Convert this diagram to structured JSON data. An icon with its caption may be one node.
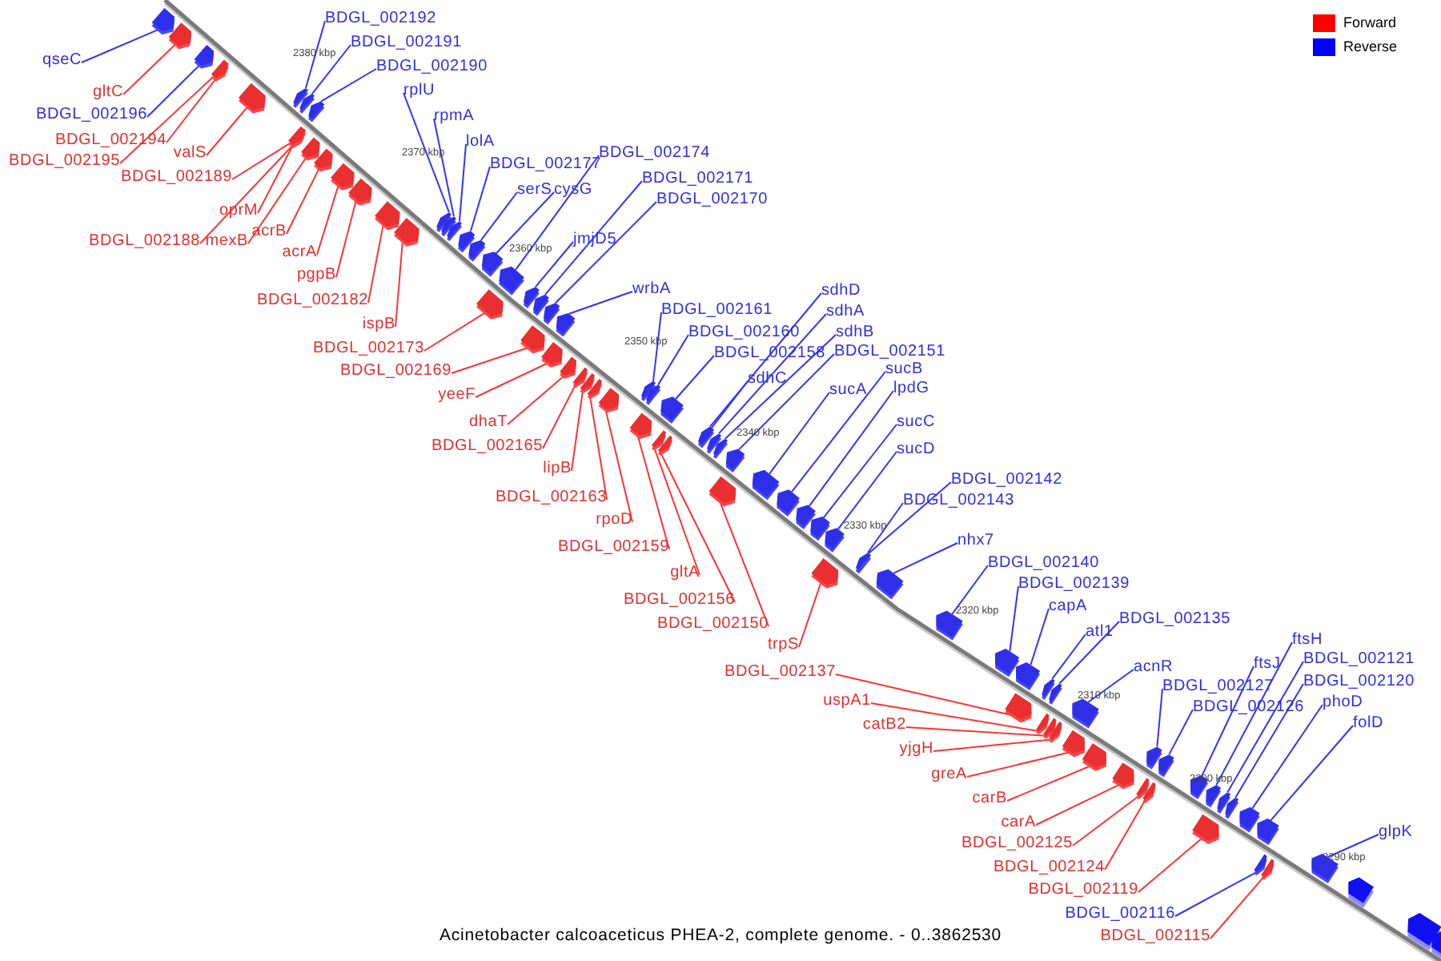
{
  "diagram": {
    "caption": "Acinetobacter calcoaceticus PHEA-2, complete genome. - 0..3862530",
    "nodes": [
      {
        "text": [
          "qseC"
        ]
      },
      {
        "text": [
          "gltC"
        ]
      },
      {
        "text": [
          "BDGL_002196"
        ]
      },
      {
        "text": [
          "BDGL_002194"
        ]
      },
      {
        "text": [
          "BDGL_002195"
        ]
      },
      {
        "text": [
          "valS"
        ]
      },
      {
        "text": [
          "BDGL_002189"
        ]
      },
      {
        "text": [
          "oprM"
        ]
      },
      {
        "text": [
          "BDGL_002188"
        ]
      },
      {
        "text": [
          "mexB"
        ]
      },
      {
        "text": [
          "acrB"
        ]
      },
      {
        "text": [
          "acrA"
        ]
      },
      {
        "text": [
          "pgpB"
        ]
      },
      {
        "text": [
          "BDGL_002182"
        ]
      },
      {
        "text": [
          "ispB"
        ]
      },
      {
        "text": [
          "BDGL_002173"
        ]
      },
      {
        "text": [
          "BDGL_002169"
        ]
      },
      {
        "text": [
          "yeeF"
        ]
      },
      {
        "text": [
          "dhaT"
        ]
      },
      {
        "text": [
          "BDGL_002165"
        ]
      },
      {
        "text": [
          "lipB"
        ]
      },
      {
        "text": [
          "BDGL_002163"
        ]
      },
      {
        "text": [
          "rpoD"
        ]
      },
      {
        "text": [
          "BDGL_002159"
        ]
      },
      {
        "text": [
          "gltA"
        ]
      },
      {
        "text": [
          "BDGL_002156"
        ]
      },
      {
        "text": [
          "BDGL_002150"
        ]
      },
      {
        "text": [
          "trpS"
        ]
      },
      {
        "text": [
          "BDGL_002137"
        ]
      },
      {
        "text": [
          "uspA1"
        ]
      },
      {
        "text": [
          "catB2"
        ]
      },
      {
        "text": [
          "yjgH"
        ]
      },
      {
        "text": [
          "greA"
        ]
      },
      {
        "text": [
          "carB"
        ]
      },
      {
        "text": [
          "carA"
        ]
      },
      {
        "text": [
          "BDGL_002125"
        ]
      },
      {
        "text": [
          "BDGL_002124"
        ]
      },
      {
        "text": [
          "BDGL_002119"
        ]
      },
      {
        "text": [
          "BDGL_002116"
        ]
      },
      {
        "text": [
          "BDGL_002115"
        ]
      },
      {
        "text": [
          "BDGL_002192"
        ]
      },
      {
        "text": [
          "BDGL_002191"
        ]
      },
      {
        "text": [
          "BDGL_002190"
        ]
      },
      {
        "text": [
          "rplU"
        ]
      },
      {
        "text": [
          "rpmA"
        ]
      },
      {
        "text": [
          "lolA"
        ]
      },
      {
        "text": [
          "BDGL_002177"
        ]
      },
      {
        "text": [
          "serS"
        ]
      },
      {
        "text": [
          "cysG"
        ]
      },
      {
        "text": [
          "BDGL_002174"
        ]
      },
      {
        "text": [
          "BDGL_002171"
        ]
      },
      {
        "text": [
          "BDGL_002170"
        ]
      },
      {
        "text": [
          "jmjD5"
        ]
      },
      {
        "text": [
          "wrbA"
        ]
      },
      {
        "text": [
          "BDGL_002161"
        ]
      },
      {
        "text": [
          "BDGL_002160"
        ]
      },
      {
        "text": [
          "BDGL_002158"
        ]
      },
      {
        "text": [
          "sdhD"
        ]
      },
      {
        "text": [
          "sdhA"
        ]
      },
      {
        "text": [
          "sdhB"
        ]
      },
      {
        "text": [
          "BDGL_002151"
        ]
      },
      {
        "text": [
          "sdhC"
        ]
      },
      {
        "text": [
          "sucB"
        ]
      },
      {
        "text": [
          "sucA"
        ]
      },
      {
        "text": [
          "lpdG"
        ]
      },
      {
        "text": [
          "sucC"
        ]
      },
      {
        "text": [
          "sucD"
        ]
      },
      {
        "text": [
          "BDGL_002142"
        ]
      },
      {
        "text": [
          "BDGL_002143"
        ]
      },
      {
        "text": [
          "nhx7"
        ]
      },
      {
        "text": [
          "BDGL_002140"
        ]
      },
      {
        "text": [
          "BDGL_002139"
        ]
      },
      {
        "text": [
          "capA"
        ]
      },
      {
        "text": [
          "atl1"
        ]
      },
      {
        "text": [
          "BDGL_002135"
        ]
      },
      {
        "text": [
          "acnR"
        ]
      },
      {
        "text": [
          "BDGL_002127"
        ]
      },
      {
        "text": [
          "BDGL_002126"
        ]
      },
      {
        "text": [
          "ftsJ"
        ]
      },
      {
        "text": [
          "ftsH"
        ]
      },
      {
        "text": [
          "BDGL_002121"
        ]
      },
      {
        "text": [
          "BDGL_002120"
        ]
      },
      {
        "text": [
          "phoD"
        ]
      },
      {
        "text": [
          "folD"
        ]
      },
      {
        "text": [
          "glpK"
        ]
      },
      {
        "text": [],
        "shape": "arrow"
      },
      {
        "text": [],
        "shape": "arrow"
      },
      {
        "text": [],
        "shape": "arrow"
      },
      {
        "text": [],
        "shape": "arrow"
      },
      {
        "text": [],
        "shape": "arrow"
      },
      {
        "text": [],
        "shape": "arrow"
      },
      {
        "text": [],
        "shape": "arrow"
      },
      {
        "text": [],
        "shape": "arrow"
      },
      {
        "text": [],
        "shape": "arrow"
      },
      {
        "text": [],
        "shape": "arrow"
      },
      {
        "text": [],
        "shape": "arrow"
      },
      {
        "text": [],
        "shape": "arrow"
      },
      {
        "text": [],
        "shape": "arrow"
      },
      {
        "text": [],
        "shape": "arrow"
      },
      {
        "text": [],
        "shape": "arrow"
      },
      {
        "text": [],
        "shape": "arrow"
      },
      {
        "text": [],
        "shape": "arrow"
      },
      {
        "text": [],
        "shape": "arrow"
      },
      {
        "text": [],
        "shape": "arrow"
      },
      {
        "text": [],
        "shape": "arrow"
      },
      {
        "text": [],
        "shape": "arrow"
      },
      {
        "text": [],
        "shape": "arrow"
      },
      {
        "text": [],
        "shape": "arrow"
      },
      {
        "text": [],
        "shape": "arrow"
      },
      {
        "text": [],
        "shape": "arrow"
      },
      {
        "text": [],
        "shape": "arrow"
      },
      {
        "text": [],
        "shape": "arrow"
      },
      {
        "text": [],
        "shape": "arrow"
      },
      {
        "text": [],
        "shape": "arrow"
      },
      {
        "text": [],
        "shape": "arrow"
      },
      {
        "text": [],
        "shape": "arrow"
      },
      {
        "text": [],
        "shape": "arrow"
      },
      {
        "text": [],
        "shape": "arrow"
      },
      {
        "text": [],
        "shape": "arrow"
      },
      {
        "text": [],
        "shape": "arrow"
      },
      {
        "text": [],
        "shape": "arrow"
      },
      {
        "text": [],
        "shape": "arrow"
      },
      {
        "text": [],
        "shape": "arrow"
      },
      {
        "text": [],
        "shape": "arrow"
      },
      {
        "text": [],
        "shape": "arrow"
      },
      {
        "text": [],
        "shape": "arrow"
      },
      {
        "text": [],
        "shape": "arrow"
      },
      {
        "text": [],
        "shape": "arrow"
      },
      {
        "text": [],
        "shape": "arrow"
      },
      {
        "text": [],
        "shape": "arrow"
      },
      {
        "text": [],
        "shape": "arrow"
      },
      {
        "text": [],
        "shape": "arrow"
      },
      {
        "text": [],
        "shape": "arrow"
      },
      {
        "text": [],
        "shape": "arrow"
      },
      {
        "text": [],
        "shape": "arrow"
      },
      {
        "text": [],
        "shape": "arrow"
      },
      {
        "text": [],
        "shape": "arrow"
      },
      {
        "text": [],
        "shape": "arrow"
      },
      {
        "text": [],
        "shape": "arrow"
      },
      {
        "text": [],
        "shape": "arrow"
      },
      {
        "text": [],
        "shape": "arrow"
      },
      {
        "text": [],
        "shape": "arrow"
      },
      {
        "text": [],
        "shape": "arrow"
      },
      {
        "text": [],
        "shape": "arrow"
      },
      {
        "text": [],
        "shape": "arrow"
      },
      {
        "text": [],
        "shape": "arrow"
      },
      {
        "text": [],
        "shape": "arrow"
      },
      {
        "text": [],
        "shape": "arrow"
      },
      {
        "text": [],
        "shape": "arrow"
      },
      {
        "text": [],
        "shape": "arrow"
      },
      {
        "text": [],
        "shape": "arrow"
      },
      {
        "text": [],
        "shape": "arrow"
      },
      {
        "text": [],
        "shape": "arrow"
      },
      {
        "text": [],
        "shape": "arrow"
      },
      {
        "text": [],
        "shape": "arrow"
      },
      {
        "text": [],
        "shape": "arrow"
      },
      {
        "text": [],
        "shape": "arrow"
      },
      {
        "text": [],
        "shape": "arrow"
      },
      {
        "text": [],
        "shape": "arrow"
      },
      {
        "text": [],
        "shape": "arrow"
      },
      {
        "text": [],
        "shape": "arrow"
      },
      {
        "text": [],
        "shape": "arrow"
      },
      {
        "text": [],
        "shape": "arrow"
      },
      {
        "text": [],
        "shape": "arrow"
      },
      {
        "text": [],
        "shape": "arrow"
      },
      {
        "text": [],
        "shape": "arrow"
      },
      {
        "text": [],
        "shape": "arrow"
      },
      {
        "text": [],
        "shape": "arrow"
      },
      {
        "text": [],
        "shape": "arrow"
      },
      {
        "text": [],
        "shape": "arrow"
      }
    ],
    "edges": [
      {
        "from": 0,
        "to": 85,
        "arrow": "none",
        "color": "#3333ff"
      },
      {
        "from": 1,
        "to": 86,
        "arrow": "none",
        "color": "#ff3333"
      },
      {
        "from": 2,
        "to": 87,
        "arrow": "none",
        "color": "#3333ff"
      },
      {
        "from": 3,
        "to": 89,
        "arrow": "none",
        "color": "#ff3333"
      },
      {
        "from": 4,
        "to": 88,
        "arrow": "none",
        "color": "#ff3333"
      },
      {
        "from": 5,
        "to": 90,
        "arrow": "none",
        "color": "#ff3333"
      },
      {
        "from": 6,
        "to": 94,
        "arrow": "none",
        "color": "#ff3333"
      },
      {
        "from": 7,
        "to": 96,
        "arrow": "none",
        "color": "#ff3333"
      },
      {
        "from": 8,
        "to": 95,
        "arrow": "none",
        "color": "#ff3333"
      },
      {
        "from": 9,
        "to": 97,
        "arrow": "none",
        "color": "#ff3333"
      },
      {
        "from": 10,
        "to": 98,
        "arrow": "none",
        "color": "#ff3333"
      },
      {
        "from": 11,
        "to": 99,
        "arrow": "none",
        "color": "#ff3333"
      },
      {
        "from": 12,
        "to": 100,
        "arrow": "none",
        "color": "#ff3333"
      },
      {
        "from": 13,
        "to": 101,
        "arrow": "none",
        "color": "#ff3333"
      },
      {
        "from": 14,
        "to": 102,
        "arrow": "none",
        "color": "#ff3333"
      },
      {
        "from": 15,
        "to": 109,
        "arrow": "none",
        "color": "#ff3333"
      },
      {
        "from": 16,
        "to": 114,
        "arrow": "none",
        "color": "#ff3333"
      },
      {
        "from": 17,
        "to": 116,
        "arrow": "none",
        "color": "#ff3333"
      },
      {
        "from": 18,
        "to": 117,
        "arrow": "none",
        "color": "#ff3333"
      },
      {
        "from": 19,
        "to": 118,
        "arrow": "none",
        "color": "#ff3333"
      },
      {
        "from": 20,
        "to": 119,
        "arrow": "none",
        "color": "#ff3333"
      },
      {
        "from": 21,
        "to": 120,
        "arrow": "none",
        "color": "#ff3333"
      },
      {
        "from": 22,
        "to": 121,
        "arrow": "none",
        "color": "#ff3333"
      },
      {
        "from": 23,
        "to": 124,
        "arrow": "none",
        "color": "#ff3333"
      },
      {
        "from": 24,
        "to": 126,
        "arrow": "none",
        "color": "#ff3333"
      },
      {
        "from": 25,
        "to": 127,
        "arrow": "none",
        "color": "#ff3333"
      },
      {
        "from": 26,
        "to": 133,
        "arrow": "none",
        "color": "#ff3333"
      },
      {
        "from": 27,
        "to": 139,
        "arrow": "none",
        "color": "#ff3333"
      },
      {
        "from": 28,
        "to": 146,
        "arrow": "none",
        "color": "#ff3333"
      },
      {
        "from": 29,
        "to": 149,
        "arrow": "none",
        "color": "#ff3333"
      },
      {
        "from": 30,
        "to": 150,
        "arrow": "none",
        "color": "#ff3333"
      },
      {
        "from": 31,
        "to": 151,
        "arrow": "none",
        "color": "#ff3333"
      },
      {
        "from": 32,
        "to": 153,
        "arrow": "none",
        "color": "#ff3333"
      },
      {
        "from": 33,
        "to": 154,
        "arrow": "none",
        "color": "#ff3333"
      },
      {
        "from": 34,
        "to": 155,
        "arrow": "none",
        "color": "#ff3333"
      },
      {
        "from": 35,
        "to": 158,
        "arrow": "none",
        "color": "#ff3333"
      },
      {
        "from": 36,
        "to": 159,
        "arrow": "none",
        "color": "#ff3333"
      },
      {
        "from": 37,
        "to": 163,
        "arrow": "none",
        "color": "#ff3333"
      },
      {
        "from": 38,
        "to": 167,
        "arrow": "none",
        "color": "#3333ff"
      },
      {
        "from": 39,
        "to": 168,
        "arrow": "none",
        "color": "#ff3333"
      },
      {
        "from": 40,
        "to": 91,
        "arrow": "none",
        "color": "#3333ff"
      },
      {
        "from": 41,
        "to": 92,
        "arrow": "none",
        "color": "#3333ff"
      },
      {
        "from": 42,
        "to": 93,
        "arrow": "none",
        "color": "#3333ff"
      },
      {
        "from": 43,
        "to": 103,
        "arrow": "none",
        "color": "#3333ff"
      },
      {
        "from": 44,
        "to": 104,
        "arrow": "none",
        "color": "#3333ff"
      },
      {
        "from": 45,
        "to": 105,
        "arrow": "none",
        "color": "#3333ff"
      },
      {
        "from": 46,
        "to": 106,
        "arrow": "none",
        "color": "#3333ff"
      },
      {
        "from": 47,
        "to": 107,
        "arrow": "none",
        "color": "#3333ff"
      },
      {
        "from": 48,
        "to": 108,
        "arrow": "none",
        "color": "#3333ff"
      },
      {
        "from": 49,
        "to": 110,
        "arrow": "none",
        "color": "#3333ff"
      },
      {
        "from": 50,
        "to": 112,
        "arrow": "none",
        "color": "#3333ff"
      },
      {
        "from": 51,
        "to": 113,
        "arrow": "none",
        "color": "#3333ff"
      },
      {
        "from": 52,
        "to": 111,
        "arrow": "none",
        "color": "#3333ff"
      },
      {
        "from": 53,
        "to": 115,
        "arrow": "none",
        "color": "#3333ff"
      },
      {
        "from": 54,
        "to": 122,
        "arrow": "none",
        "color": "#3333ff"
      },
      {
        "from": 55,
        "to": 123,
        "arrow": "none",
        "color": "#3333ff"
      },
      {
        "from": 56,
        "to": 125,
        "arrow": "none",
        "color": "#3333ff"
      },
      {
        "from": 57,
        "to": 128,
        "arrow": "none",
        "color": "#3333ff"
      },
      {
        "from": 58,
        "to": 130,
        "arrow": "none",
        "color": "#3333ff"
      },
      {
        "from": 59,
        "to": 131,
        "arrow": "none",
        "color": "#3333ff"
      },
      {
        "from": 60,
        "to": 132,
        "arrow": "none",
        "color": "#3333ff"
      },
      {
        "from": 61,
        "to": 129,
        "arrow": "none",
        "color": "#3333ff"
      },
      {
        "from": 62,
        "to": 135,
        "arrow": "none",
        "color": "#3333ff"
      },
      {
        "from": 63,
        "to": 134,
        "arrow": "none",
        "color": "#3333ff"
      },
      {
        "from": 64,
        "to": 136,
        "arrow": "none",
        "color": "#3333ff"
      },
      {
        "from": 65,
        "to": 137,
        "arrow": "none",
        "color": "#3333ff"
      },
      {
        "from": 66,
        "to": 138,
        "arrow": "none",
        "color": "#3333ff"
      },
      {
        "from": 67,
        "to": 140,
        "arrow": "none",
        "color": "#3333ff"
      },
      {
        "from": 68,
        "to": 141,
        "arrow": "none",
        "color": "#3333ff"
      },
      {
        "from": 69,
        "to": 142,
        "arrow": "none",
        "color": "#3333ff"
      },
      {
        "from": 70,
        "to": 143,
        "arrow": "none",
        "color": "#3333ff"
      },
      {
        "from": 71,
        "to": 144,
        "arrow": "none",
        "color": "#3333ff"
      },
      {
        "from": 72,
        "to": 145,
        "arrow": "none",
        "color": "#3333ff"
      },
      {
        "from": 73,
        "to": 147,
        "arrow": "none",
        "color": "#3333ff"
      },
      {
        "from": 74,
        "to": 148,
        "arrow": "none",
        "color": "#3333ff"
      },
      {
        "from": 75,
        "to": 152,
        "arrow": "none",
        "color": "#3333ff"
      },
      {
        "from": 76,
        "to": 156,
        "arrow": "none",
        "color": "#3333ff"
      },
      {
        "from": 77,
        "to": 157,
        "arrow": "none",
        "color": "#3333ff"
      },
      {
        "from": 78,
        "to": 160,
        "arrow": "none",
        "color": "#3333ff"
      },
      {
        "from": 79,
        "to": 161,
        "arrow": "none",
        "color": "#3333ff"
      },
      {
        "from": 80,
        "to": 162,
        "arrow": "none",
        "color": "#3333ff"
      },
      {
        "from": 81,
        "to": 164,
        "arrow": "none",
        "color": "#3333ff"
      },
      {
        "from": 82,
        "to": 165,
        "arrow": "none",
        "color": "#3333ff"
      },
      {
        "from": 83,
        "to": 166,
        "arrow": "none",
        "color": "#3333ff"
      },
      {
        "from": 84,
        "to": 169,
        "arrow": "none",
        "color": "#3333ff"
      }
    ],
    "labels": [
      "2380 kbp",
      "2370 kbp",
      "2360 kbp",
      "2350 kbp",
      "2340 kbp",
      "2330 kbp",
      "2320 kbp",
      "2310 kbp",
      "2300 kbp",
      "2290 kbp"
    ],
    "legend": [
      {
        "text": "Forward",
        "color": "#ff0000"
      },
      {
        "text": "Reverse",
        "color": "#0000ff"
      }
    ]
  }
}
